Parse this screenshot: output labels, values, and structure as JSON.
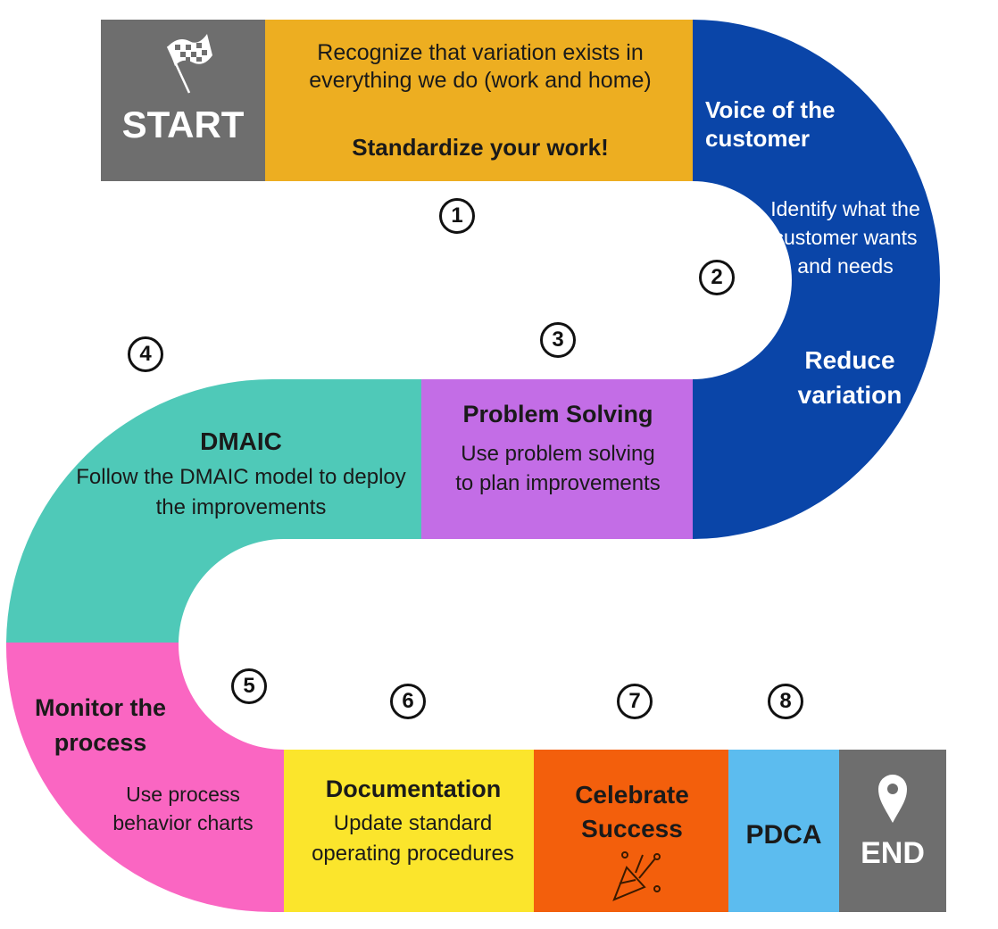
{
  "colors": {
    "start": "#6e6e6e",
    "step1": "#edae21",
    "voice": "#0a45a8",
    "problem": "#c36de6",
    "dmaic": "#4fc9b8",
    "monitor": "#fa66c2",
    "documentation": "#fbe52c",
    "celebrate": "#f35f0c",
    "pdca": "#5cbcef",
    "end": "#6e6e6e"
  },
  "start": {
    "label": "START",
    "icon": "checkered-flag-icon"
  },
  "step1": {
    "text": "Recognize that variation exists in everything we do (work and home)",
    "bold": "Standardize your work!"
  },
  "voice": {
    "title": "Voice of the customer",
    "text": "Identify what the customer wants and needs",
    "bold": "Reduce variation"
  },
  "problem": {
    "title": "Problem Solving",
    "text": "Use problem solving to plan improvements"
  },
  "dmaic": {
    "title": "DMAIC",
    "text": "Follow the DMAIC model to deploy the improvements"
  },
  "monitor": {
    "title": "Monitor the process",
    "text": "Use process behavior charts"
  },
  "documentation": {
    "title": "Documentation",
    "text": "Update standard operating procedures"
  },
  "celebrate": {
    "title": "Celebrate Success",
    "icon": "party-popper-icon"
  },
  "pdca": {
    "title": "PDCA"
  },
  "end": {
    "label": "END",
    "icon": "map-pin-icon"
  },
  "numbers": [
    "1",
    "2",
    "3",
    "4",
    "5",
    "6",
    "7",
    "8"
  ]
}
